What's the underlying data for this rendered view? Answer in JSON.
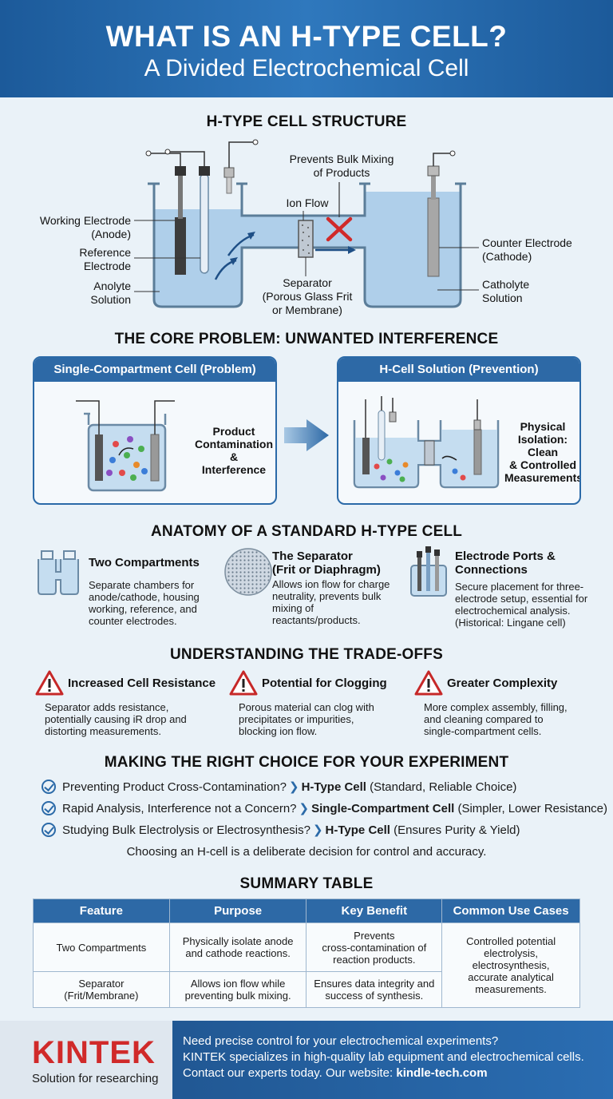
{
  "header": {
    "title": "WHAT IS AN H-TYPE CELL?",
    "subtitle": "A Divided Electrochemical Cell"
  },
  "structure": {
    "title": "H-TYPE CELL STRUCTURE",
    "labels": {
      "working_electrode": "Working Electrode\n(Anode)",
      "reference_electrode": "Reference\nElectrode",
      "anolyte": "Anolyte\nSolution",
      "ion_flow": "Ion Flow",
      "prevents_mixing": "Prevents Bulk Mixing\nof Products",
      "separator": "Separator\n(Porous Glass Frit\nor Membrane)",
      "counter_electrode": "Counter Electrode\n(Cathode)",
      "catholyte": "Catholyte\nSolution"
    }
  },
  "core_problem": {
    "title": "THE CORE PROBLEM: UNWANTED INTERFERENCE",
    "left_panel": {
      "header": "Single-Compartment Cell (Problem)",
      "text": "Product\nContamination &\nInterference"
    },
    "right_panel": {
      "header": "H-Cell Solution (Prevention)",
      "text": "Physical\nIsolation: Clean\n& Controlled\nMeasurements"
    }
  },
  "anatomy": {
    "title": "ANATOMY OF A STANDARD H-TYPE CELL",
    "items": [
      {
        "title": "Two Compartments",
        "text": "Separate chambers for\nanode/cathode, housing\nworking, reference, and\ncounter electrodes."
      },
      {
        "title": "The Separator\n(Frit or Diaphragm)",
        "text": "Allows ion flow for charge\nneutrality, prevents bulk\nmixing of\nreactants/products."
      },
      {
        "title": "Electrode Ports &\nConnections",
        "text": "Secure placement for three-\nelectrode setup, essential for\nelectrochemical analysis.\n(Historical: Lingane cell)"
      }
    ]
  },
  "tradeoffs": {
    "title": "UNDERSTANDING THE TRADE-OFFS",
    "items": [
      {
        "title": "Increased Cell Resistance",
        "text": "Separator adds resistance,\npotentially causing iR drop and\ndistorting measurements."
      },
      {
        "title": "Potential for Clogging",
        "text": "Porous material can clog with\nprecipitates or impurities,\nblocking ion flow."
      },
      {
        "title": "Greater Complexity",
        "text": "More complex assembly, filling,\nand cleaning compared to\nsingle-compartment cells."
      }
    ]
  },
  "choice": {
    "title": "MAKING THE RIGHT CHOICE FOR YOUR EXPERIMENT",
    "rows": [
      {
        "question": "Preventing Product Cross-Contamination?",
        "answer": "H-Type Cell",
        "note": "(Standard, Reliable Choice)"
      },
      {
        "question": "Rapid Analysis, Interference not a Concern?",
        "answer": "Single-Compartment Cell",
        "note": "(Simpler, Lower Resistance)"
      },
      {
        "question": "Studying Bulk Electrolysis or Electrosynthesis?",
        "answer": "H-Type Cell",
        "note": "(Ensures Purity & Yield)"
      }
    ],
    "conclusion": "Choosing an H-cell is a deliberate decision for control and accuracy."
  },
  "summary": {
    "title": "SUMMARY TABLE",
    "headers": [
      "Feature",
      "Purpose",
      "Key Benefit",
      "Common Use Cases"
    ],
    "rows": [
      [
        "Two Compartments",
        "Physically isolate anode\nand cathode reactions.",
        "Prevents\ncross-contamination of\nreaction products."
      ],
      [
        "Separator\n(Frit/Membrane)",
        "Allows ion flow while\npreventing bulk mixing.",
        "Ensures data integrity and\nsuccess of synthesis."
      ]
    ],
    "use_cases": "Controlled potential\nelectrolysis,\nelectrosynthesis,\naccurate analytical\nmeasurements."
  },
  "footer": {
    "logo": "KINTEK",
    "logo_sub": "Solution for researching",
    "line1": "Need precise control for your electrochemical experiments?",
    "line2": "KINTEK specializes in high-quality lab equipment and electrochemical cells.",
    "line3_prefix": "Contact our experts today. Our website: ",
    "website": "kindle-tech.com"
  },
  "colors": {
    "header_blue": "#2f78bd",
    "panel_blue": "#2d69a6",
    "accent_red": "#d02a2a",
    "solution_blue": "#a9cbe8"
  }
}
